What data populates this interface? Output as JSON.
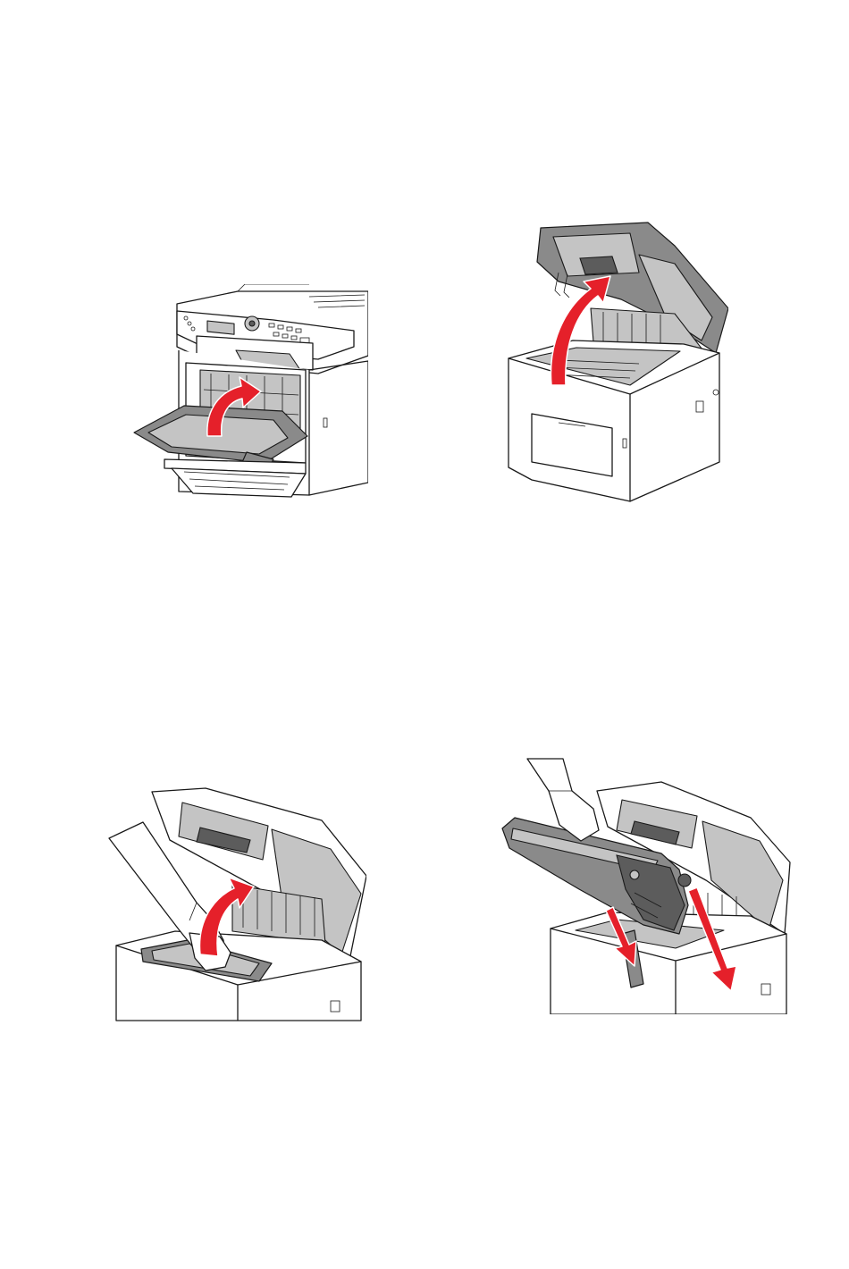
{
  "page": {
    "background": "#ffffff",
    "accent_color": "#e5202a"
  },
  "figures": [
    {
      "id": "step-open-front-cover",
      "icon": "printer-front-cover-icon"
    },
    {
      "id": "step-lift-top-cover",
      "icon": "printer-top-cover-icon"
    },
    {
      "id": "step-release-lever",
      "icon": "printer-lever-release-icon"
    },
    {
      "id": "step-remove-imaging-unit",
      "icon": "imaging-unit-icon"
    }
  ]
}
